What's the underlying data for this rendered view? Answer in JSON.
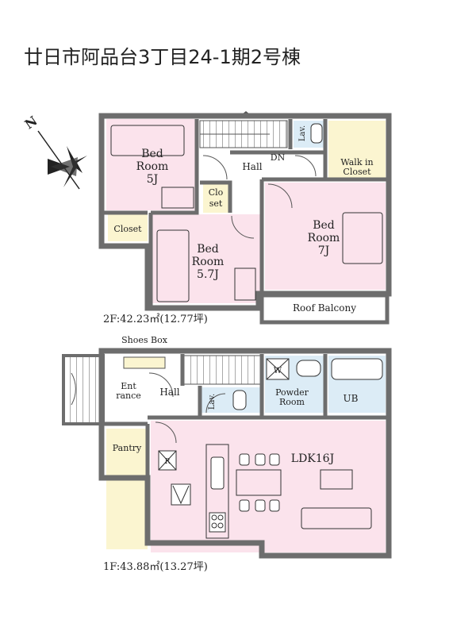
{
  "title": "廿日市阿品台3丁目24-1期2号棟",
  "colors": {
    "wall": "#6d6d6d",
    "bedroom": "#fbe3ec",
    "closet": "#fbf5d0",
    "wet": "#dcecf6",
    "hall": "#ffffff",
    "stair": "#555555"
  },
  "floor2": {
    "area": "2F:42.23㎡(12.77坪)",
    "rooms": {
      "bed5": [
        "Bed",
        "Room",
        "5J"
      ],
      "bed57": [
        "Bed",
        "Room",
        "5.7J"
      ],
      "bed7": [
        "Bed",
        "Room",
        "7J"
      ],
      "closet": "Closet",
      "closet_small": [
        "Clo",
        "set"
      ],
      "walkin": [
        "Walk in",
        "Closet"
      ],
      "hall": "Hall",
      "dn": "DN",
      "lav": "Lav.",
      "balcony": "Roof Balcony"
    }
  },
  "floor1": {
    "area": "1F:43.88㎡(13.27坪)",
    "rooms": {
      "shoes": "Shoes Box",
      "entrance": [
        "Ent",
        "rance"
      ],
      "hall": "Hall",
      "lav": "Lav.",
      "powder": [
        "Powder",
        "Room"
      ],
      "ub": "UB",
      "pantry": "Pantry",
      "ldk": "LDK16J",
      "w": "W",
      "r": "R"
    }
  },
  "compass": {
    "letter": "N"
  }
}
